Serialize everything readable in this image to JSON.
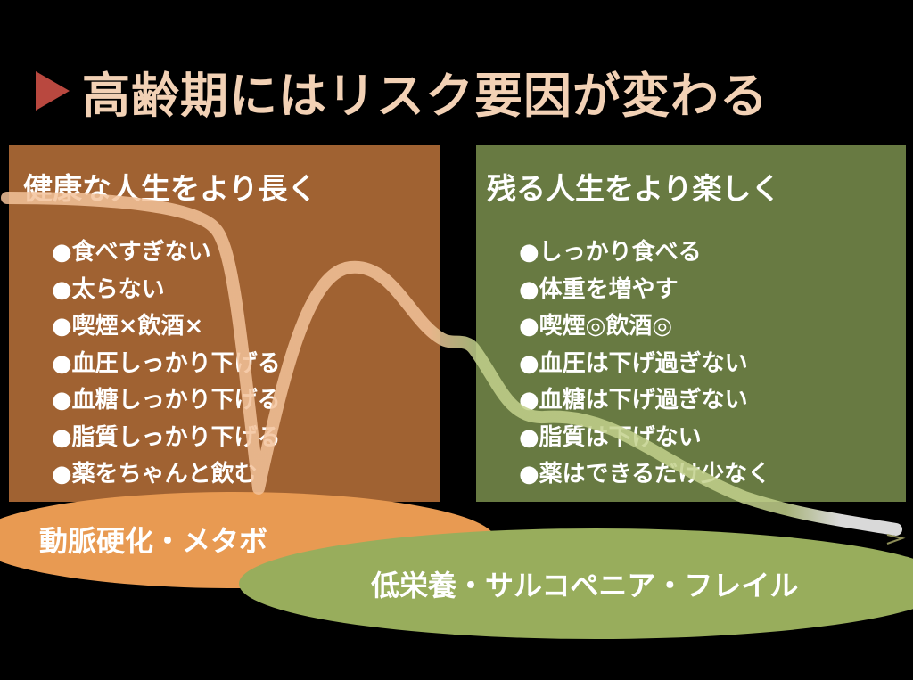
{
  "title": {
    "text": "高齢期にはリスク要因が変わる",
    "icon": "triangle-right-icon"
  },
  "left_panel": {
    "heading": "健康な人生をより長く",
    "items": [
      "●食べすぎない",
      "●太らない",
      "●喫煙×飲酒×",
      "●血圧しっかり下げる",
      "●血糖しっかり下げる",
      "●脂質しっかり下げる",
      "●薬をちゃんと飲む"
    ]
  },
  "right_panel": {
    "heading": "残る人生をより楽しく",
    "items": [
      "●しっかり食べる",
      "●体重を増やす",
      "●喫煙◎飲酒◎",
      "●血圧は下げ過ぎない",
      "●血糖は下げ過ぎない",
      "●脂質は下げない",
      "●薬はできるだけ少なく"
    ]
  },
  "ellipses": {
    "left_label": "動脈硬化・メタボ",
    "right_label": "低栄養・サルコペニア・フレイル"
  },
  "colors": {
    "background": "#000000",
    "title_text": "#f2d1b5",
    "title_arrow": "#b9483f",
    "left_panel": "#a06232",
    "right_panel": "#687a42",
    "orange_ellipse": "#e89a52",
    "green_ellipse": "#98ad5c",
    "curve_left": "#f3c29a",
    "curve_right": "#c3d18c",
    "curve_white": "#ffffff"
  }
}
